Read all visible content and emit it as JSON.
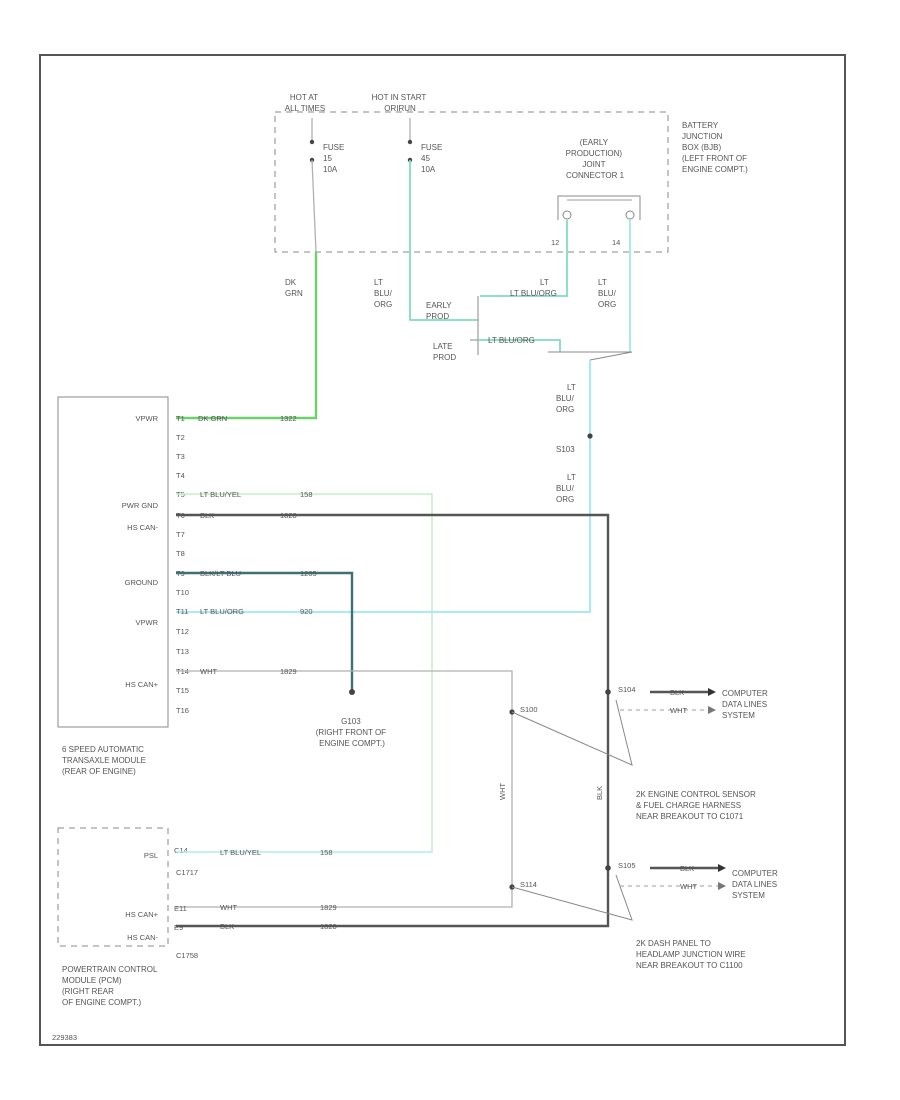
{
  "sources": {
    "hot_at_all_times": [
      "HOT AT",
      "ALL TIMES"
    ],
    "hot_in_start": [
      "HOT IN START",
      "ORIRUN"
    ],
    "fuse_a": [
      "FUSE",
      "15",
      "10A"
    ],
    "fuse_b": [
      "FUSE",
      "45",
      "10A"
    ],
    "early_production_joint_connector": [
      "(EARLY",
      "PRODUCTION)",
      "JOINT",
      "CONNECTOR 1"
    ],
    "battery_junction_box": [
      "BATTERY",
      "JUNCTION",
      "BOX (BJB)",
      "(LEFT FRONT OF",
      "ENGINE COMPT.)"
    ],
    "jc_pin_a": "12",
    "jc_pin_b": "14"
  },
  "wires": {
    "dk_grn": [
      "DK",
      "GRN"
    ],
    "lt_blu_org_1": [
      "LT",
      "BLU/",
      "ORG"
    ],
    "lt_blu_org_2": [
      "LT",
      "BLU/",
      "ORG"
    ],
    "lt_blu_org_3": [
      "LT",
      "BLU/",
      "ORG"
    ],
    "lt_blu_org_4": [
      "LT",
      "BLU/",
      "ORG"
    ],
    "lt_blu_org_5": [
      "LT",
      "BLU/",
      "ORG"
    ],
    "early_prod": [
      "EARLY",
      "PROD"
    ],
    "late_prod": [
      "LATE",
      "PROD"
    ],
    "lt_blu_org_h1": "LT BLU/ORG",
    "lt_blu_org_h2": "LT BLU/ORG",
    "splice_s103": "S103"
  },
  "tcm": {
    "pins": [
      "VPWR",
      "T2",
      "T3",
      "T4",
      "PWR GND",
      "HS CAN-",
      "T7",
      "T8",
      "GROUND",
      "T10",
      "VPWR",
      "T12",
      "T13",
      "HS CAN+",
      "T15",
      "T16"
    ],
    "pin_nums": [
      "T1",
      "T2",
      "T3",
      "T4",
      "T5",
      "T6",
      "T7",
      "T8",
      "T9",
      "T10",
      "T11",
      "T12",
      "T13",
      "T14",
      "T15",
      "T16"
    ],
    "wire_labels": {
      "t1_color": "DK GRN",
      "t1_circuit": "1322",
      "t5_color": "LT BLU/YEL",
      "t5_circuit": "158",
      "t6_color": "BLK",
      "t6_circuit": "1828",
      "t9_color": "BLK/LT BLU",
      "t9_circuit": "1205",
      "t11_color": "LT BLU/ORG",
      "t11_circuit": "920",
      "t14_color": "WHT",
      "t14_circuit": "1829"
    },
    "name": [
      "6 SPEED AUTOMATIC",
      "TRANSAXLE MODULE",
      "(REAR OF ENGINE)"
    ]
  },
  "ground": {
    "id": "G103",
    "location": [
      "(RIGHT FRONT OF",
      "ENGINE COMPT.)"
    ]
  },
  "splices": {
    "s100": "S100",
    "s114": "S114",
    "s_right_top": "S104",
    "s_right_bot": "S105",
    "wht_vert": "WHT",
    "blk_vert": "BLK"
  },
  "data_links_top": {
    "blk": "BLK",
    "wht": "WHT",
    "system": [
      "COMPUTER",
      "DATA LINES",
      "SYSTEM"
    ]
  },
  "data_links_bot": {
    "blk": "BLK",
    "wht": "WHT",
    "system": [
      "COMPUTER",
      "DATA LINES",
      "SYSTEM"
    ]
  },
  "harness_note_1": [
    "2K ENGINE CONTROL SENSOR",
    "& FUEL CHARGE HARNESS",
    "NEAR BREAKOUT TO C1071"
  ],
  "harness_note_2": [
    "2K DASH PANEL TO",
    "HEADLAMP JUNCTION WIRE",
    "NEAR BREAKOUT TO C1100"
  ],
  "pcm": {
    "pins": [
      "PSL",
      "HS CAN+",
      "HS CAN-"
    ],
    "pin_nums": [
      "C14",
      "E11",
      "E9"
    ],
    "connector_1": "C1717",
    "connector_2": "C1758",
    "wire_labels": {
      "psl_color": "LT BLU/YEL",
      "psl_circuit": "158",
      "canp_color": "WHT",
      "canp_circuit": "1829",
      "canm_color": "BLK",
      "canm_circuit": "1828"
    },
    "name": [
      "POWERTRAIN CONTROL",
      "MODULE (PCM)",
      "(RIGHT REAR",
      "OF ENGINE COMPT.)"
    ]
  },
  "footer_code": "229383"
}
